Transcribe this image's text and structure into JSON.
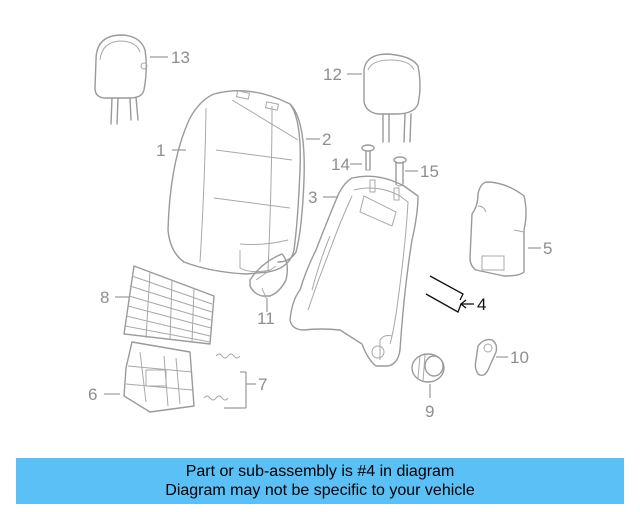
{
  "colors": {
    "banner_background": "#5bc0f5",
    "part_line": "#9a9a9a",
    "highlight": "#111111"
  },
  "callouts": {
    "c1": "1",
    "c2": "2",
    "c3": "3",
    "c4": "4",
    "c5": "5",
    "c6": "6",
    "c7": "7",
    "c8": "8",
    "c9": "9",
    "c10": "10",
    "c11": "11",
    "c12": "12",
    "c13": "13",
    "c14": "14",
    "c15": "15"
  },
  "highlighted_part": "4",
  "banner": {
    "line1": "Part or sub-assembly is #4 in diagram",
    "line2": "Diagram may not be specific to your vehicle"
  }
}
